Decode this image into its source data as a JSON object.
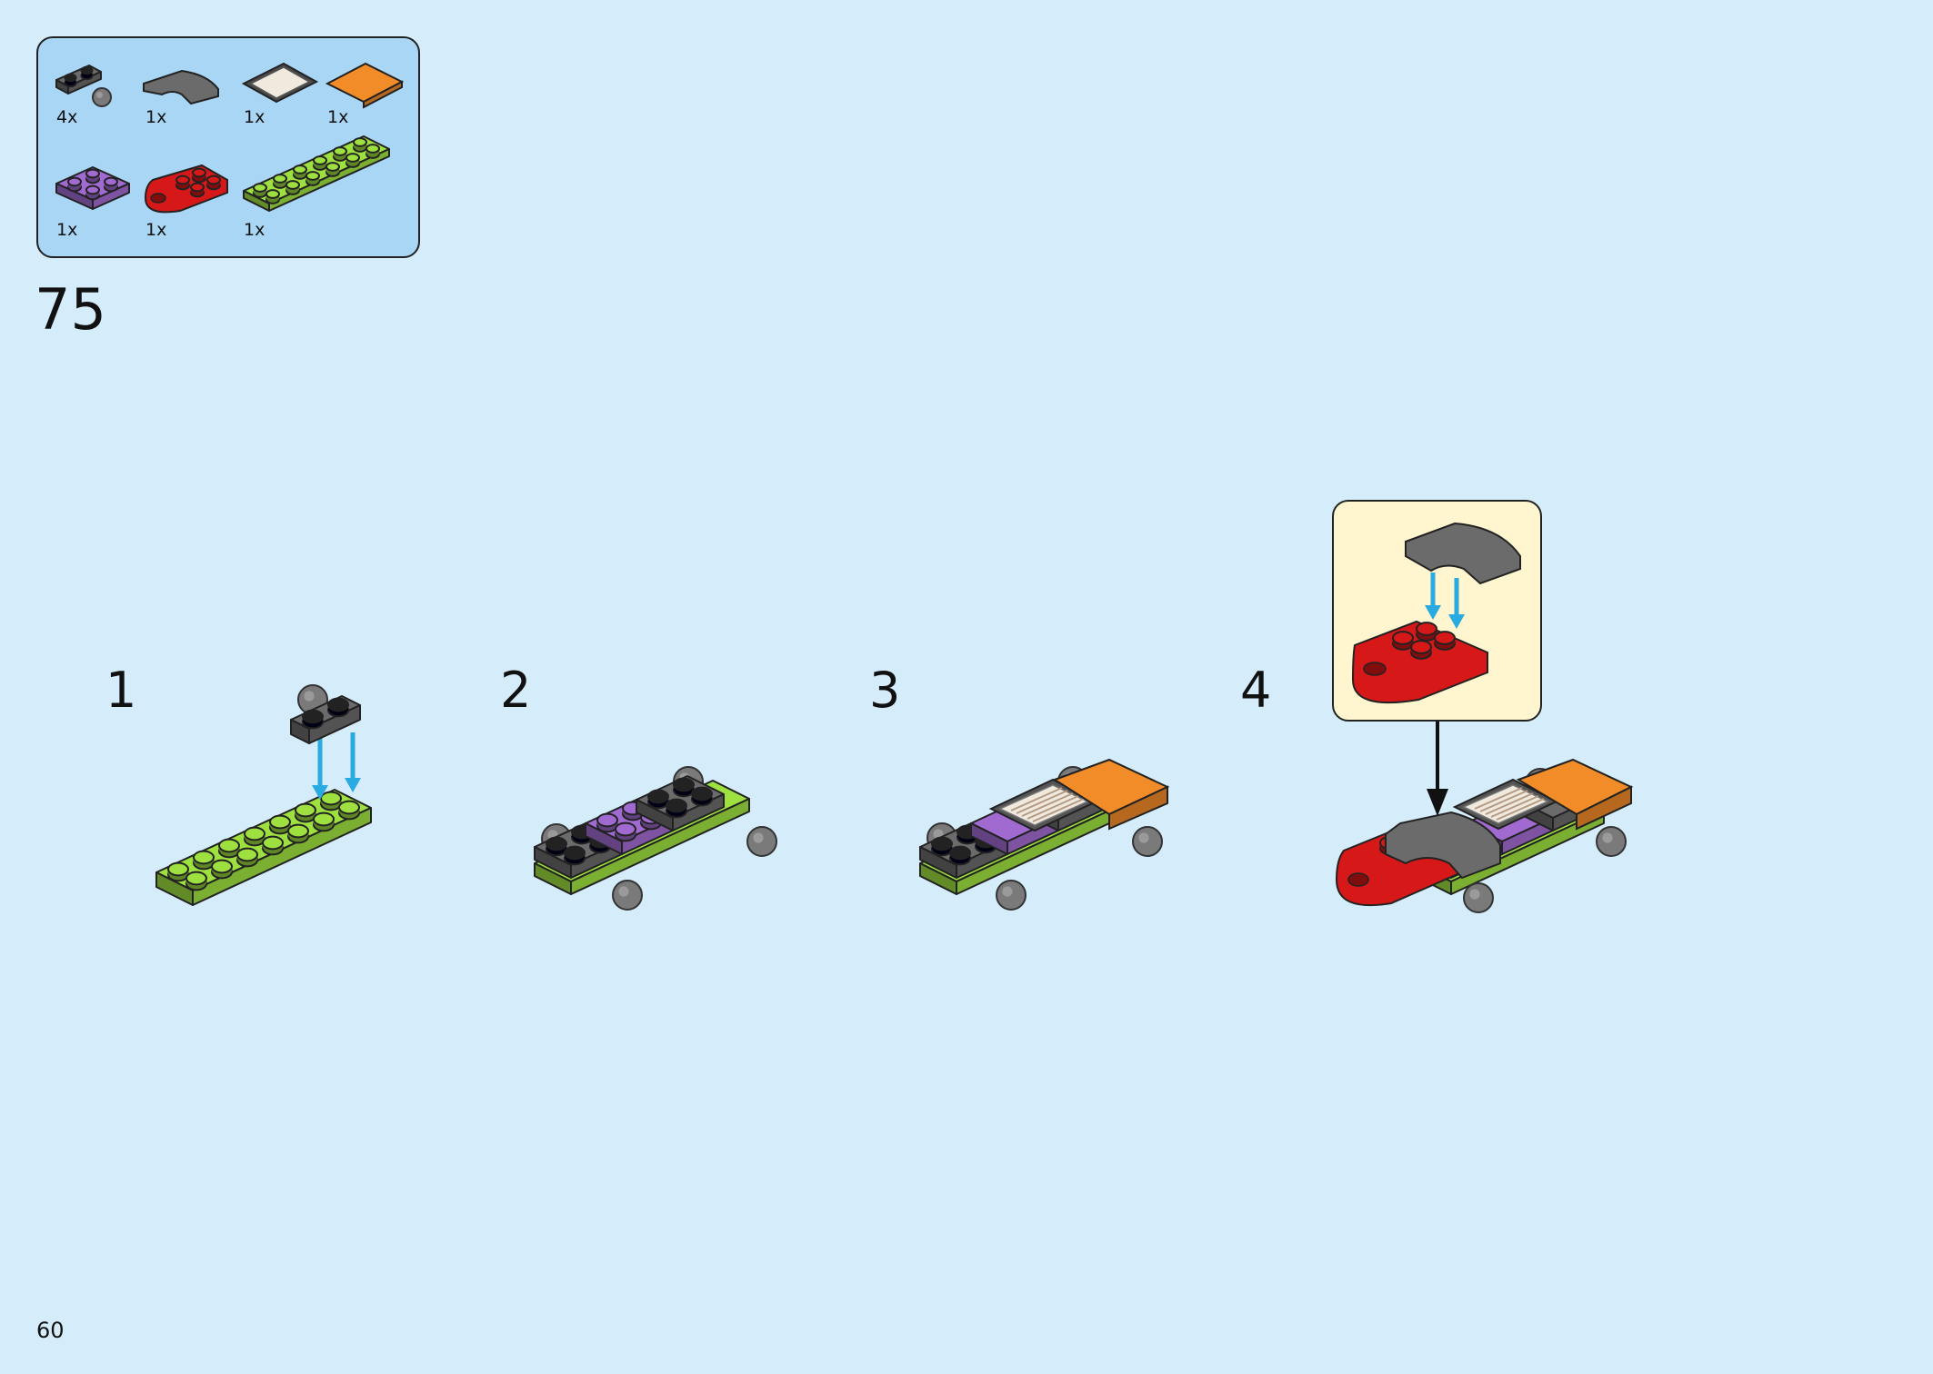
{
  "step_number": "75",
  "page_number": "60",
  "colors": {
    "background": "#d5ecfa",
    "parts_box": "#a9d6f5",
    "callout_box": "#fff6cf",
    "arrow_blue": "#29aae1",
    "lime": "#9ee040",
    "dark_gray": "#6b6b6b",
    "purple": "#a06ad0",
    "red": "#d71818",
    "orange": "#f28c28",
    "tan": "#efe9de"
  },
  "parts": [
    {
      "icon": "dark-gray-plate-1x2-with-wheel-holder",
      "qty": "4x"
    },
    {
      "icon": "dark-gray-curved-slope",
      "qty": "1x"
    },
    {
      "icon": "printed-tile-grille",
      "qty": "1x"
    },
    {
      "icon": "orange-tile-2x2",
      "qty": "1x"
    },
    {
      "icon": "purple-plate-2x2",
      "qty": "1x"
    },
    {
      "icon": "red-rounded-plate",
      "qty": "1x"
    },
    {
      "icon": "lime-plate-2x6",
      "qty": "1x"
    }
  ],
  "substeps": [
    "1",
    "2",
    "3",
    "4"
  ]
}
